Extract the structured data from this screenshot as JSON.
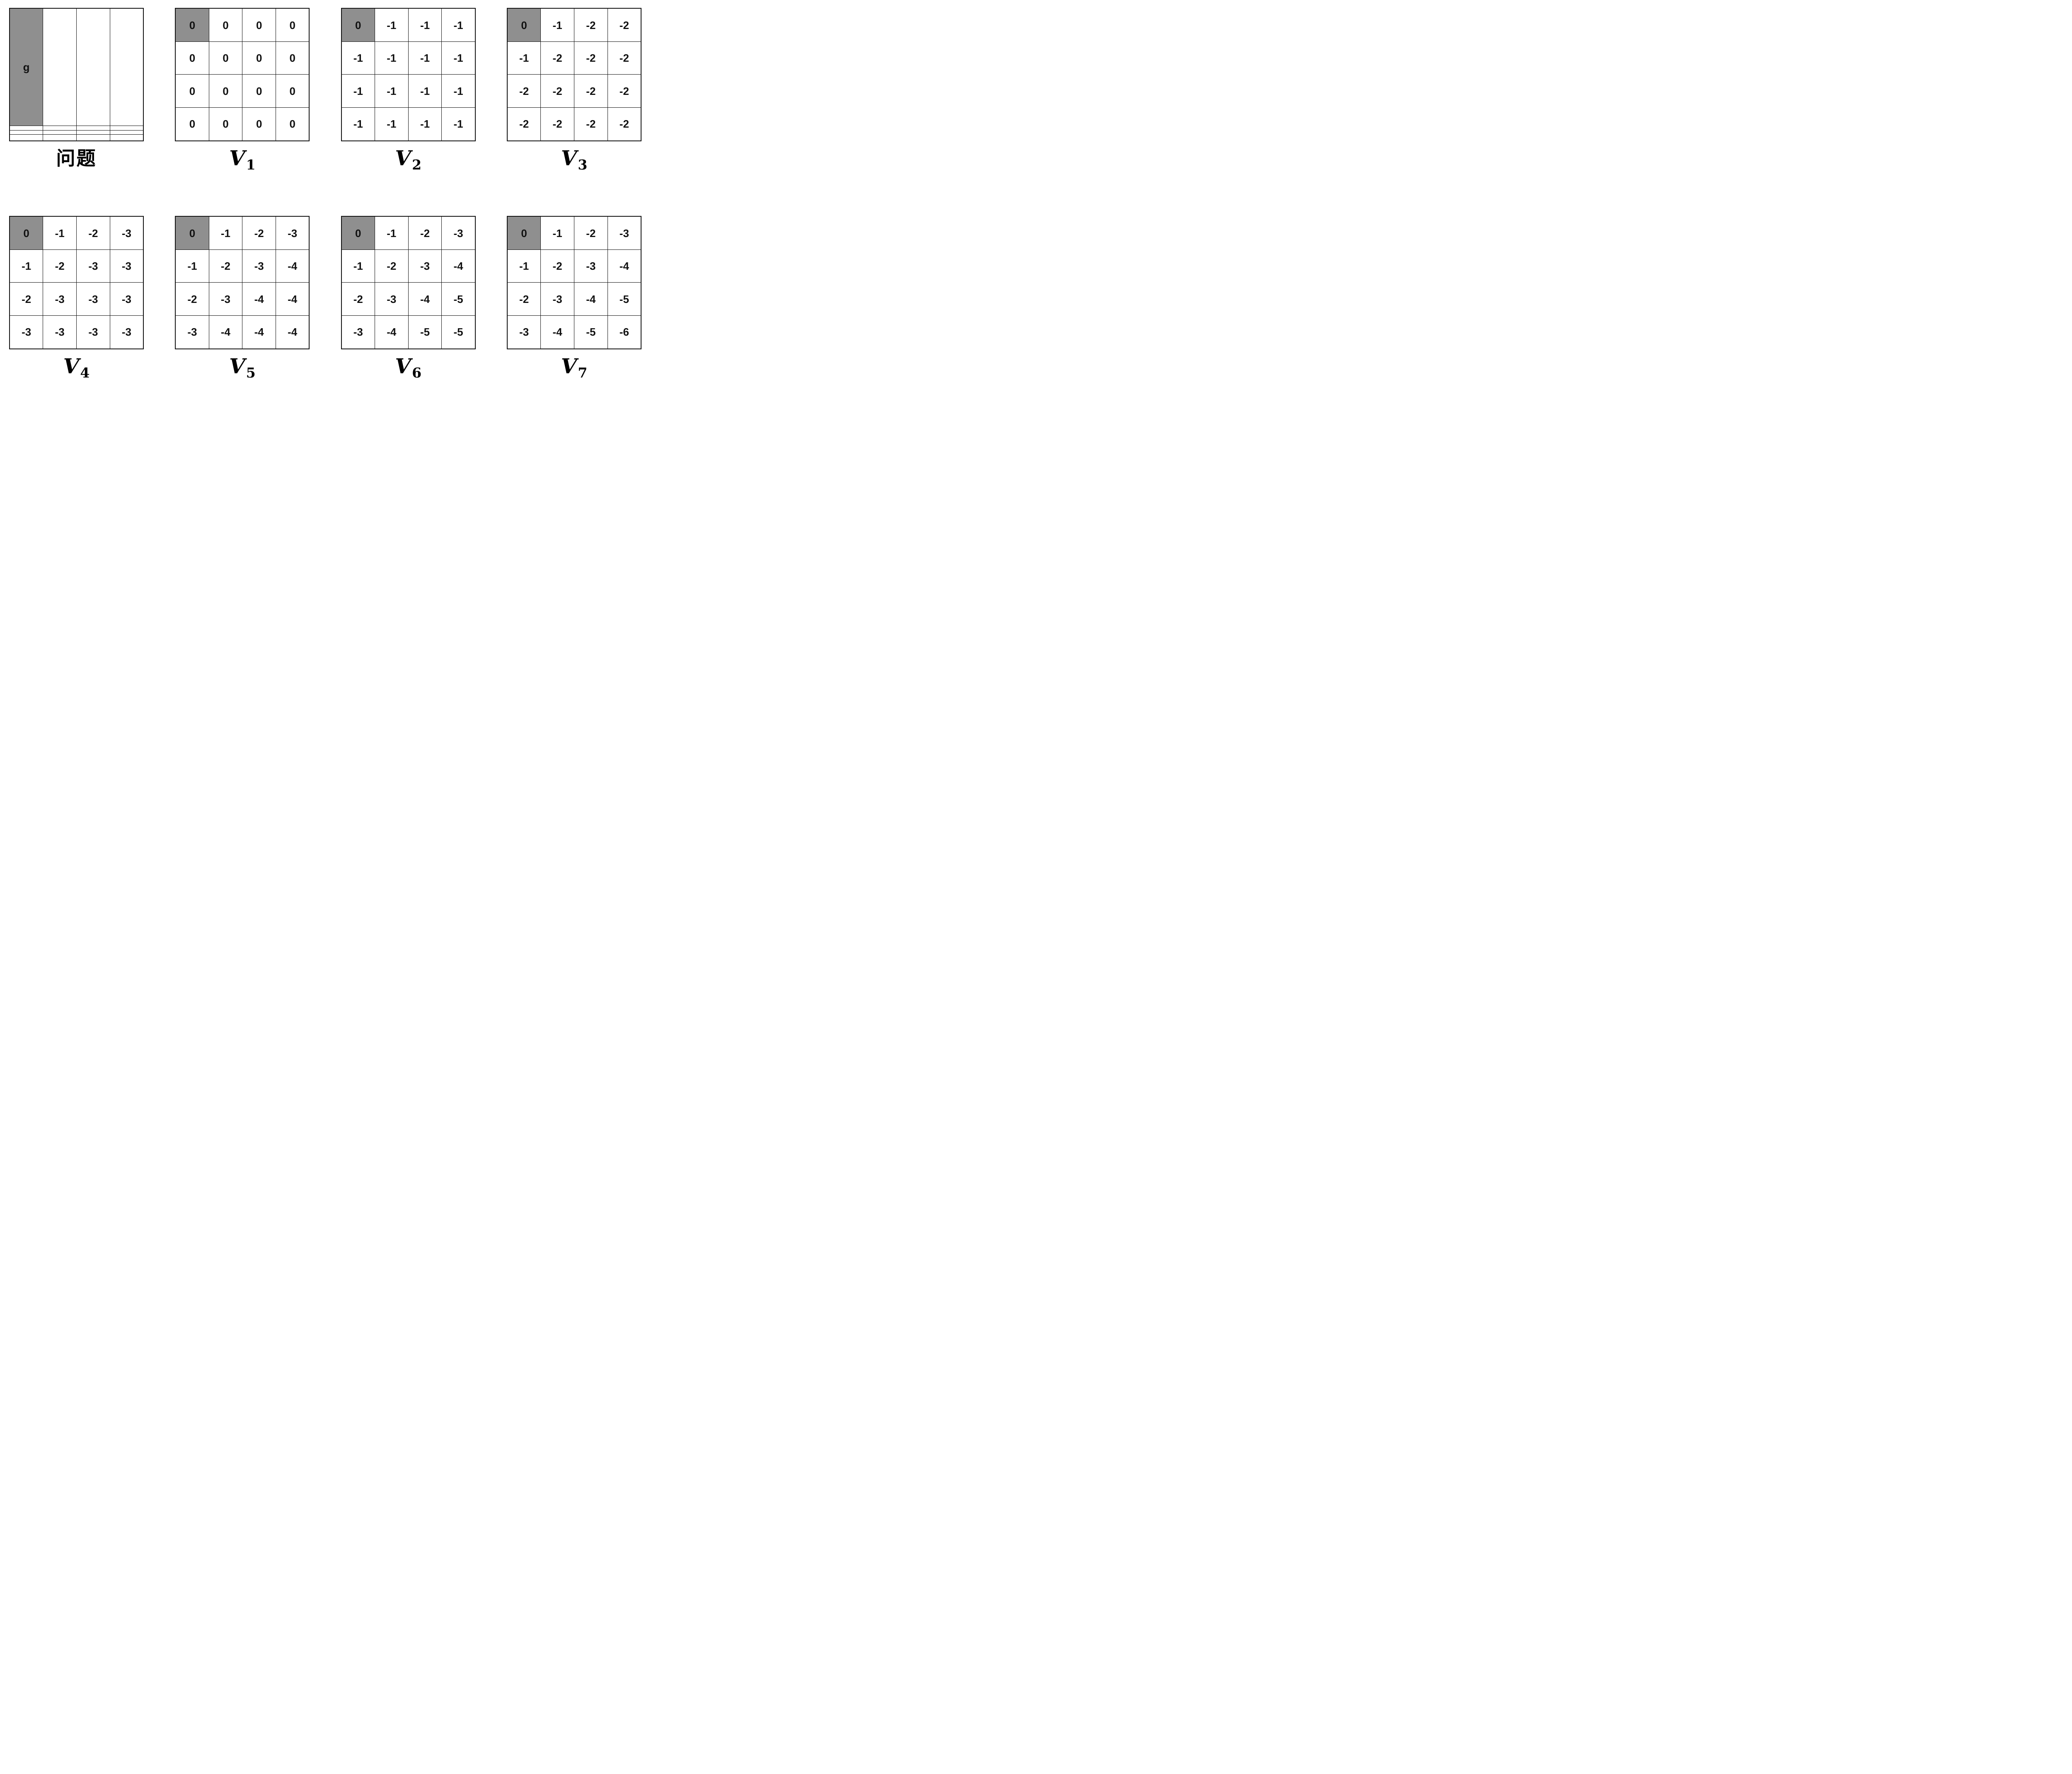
{
  "figure": {
    "description_visible_text_only": true,
    "goal_cell": {
      "row": 0,
      "col": 0
    },
    "goal_label": "g",
    "colors": {
      "goal_cell_bg": "#8f8f8f",
      "grid_line": "#111111",
      "background": "#ffffff",
      "text": "#111111"
    }
  },
  "rows": [
    [
      0,
      1,
      2,
      3
    ],
    [
      4,
      5,
      6,
      7
    ]
  ],
  "grids": [
    {
      "key": "problem",
      "label": "问题",
      "sub": "",
      "label_style": "cjk",
      "cells": [
        [
          "g",
          "",
          "",
          ""
        ],
        [
          "",
          "",
          "",
          ""
        ],
        [
          "",
          "",
          "",
          ""
        ],
        [
          "",
          "",
          "",
          ""
        ]
      ]
    },
    {
      "key": "V1",
      "label": "V",
      "sub": "1",
      "label_style": "math",
      "cells": [
        [
          "0",
          "0",
          "0",
          "0"
        ],
        [
          "0",
          "0",
          "0",
          "0"
        ],
        [
          "0",
          "0",
          "0",
          "0"
        ],
        [
          "0",
          "0",
          "0",
          "0"
        ]
      ]
    },
    {
      "key": "V2",
      "label": "V",
      "sub": "2",
      "label_style": "math",
      "cells": [
        [
          "0",
          "-1",
          "-1",
          "-1"
        ],
        [
          "-1",
          "-1",
          "-1",
          "-1"
        ],
        [
          "-1",
          "-1",
          "-1",
          "-1"
        ],
        [
          "-1",
          "-1",
          "-1",
          "-1"
        ]
      ]
    },
    {
      "key": "V3",
      "label": "V",
      "sub": "3",
      "label_style": "math",
      "cells": [
        [
          "0",
          "-1",
          "-2",
          "-2"
        ],
        [
          "-1",
          "-2",
          "-2",
          "-2"
        ],
        [
          "-2",
          "-2",
          "-2",
          "-2"
        ],
        [
          "-2",
          "-2",
          "-2",
          "-2"
        ]
      ]
    },
    {
      "key": "V4",
      "label": "V",
      "sub": "4",
      "label_style": "math",
      "cells": [
        [
          "0",
          "-1",
          "-2",
          "-3"
        ],
        [
          "-1",
          "-2",
          "-3",
          "-3"
        ],
        [
          "-2",
          "-3",
          "-3",
          "-3"
        ],
        [
          "-3",
          "-3",
          "-3",
          "-3"
        ]
      ]
    },
    {
      "key": "V5",
      "label": "V",
      "sub": "5",
      "label_style": "math",
      "cells": [
        [
          "0",
          "-1",
          "-2",
          "-3"
        ],
        [
          "-1",
          "-2",
          "-3",
          "-4"
        ],
        [
          "-2",
          "-3",
          "-4",
          "-4"
        ],
        [
          "-3",
          "-4",
          "-4",
          "-4"
        ]
      ]
    },
    {
      "key": "V6",
      "label": "V",
      "sub": "6",
      "label_style": "math",
      "cells": [
        [
          "0",
          "-1",
          "-2",
          "-3"
        ],
        [
          "-1",
          "-2",
          "-3",
          "-4"
        ],
        [
          "-2",
          "-3",
          "-4",
          "-5"
        ],
        [
          "-3",
          "-4",
          "-5",
          "-5"
        ]
      ]
    },
    {
      "key": "V7",
      "label": "V",
      "sub": "7",
      "label_style": "math",
      "cells": [
        [
          "0",
          "-1",
          "-2",
          "-3"
        ],
        [
          "-1",
          "-2",
          "-3",
          "-4"
        ],
        [
          "-2",
          "-3",
          "-4",
          "-5"
        ],
        [
          "-3",
          "-4",
          "-5",
          "-6"
        ]
      ]
    }
  ]
}
